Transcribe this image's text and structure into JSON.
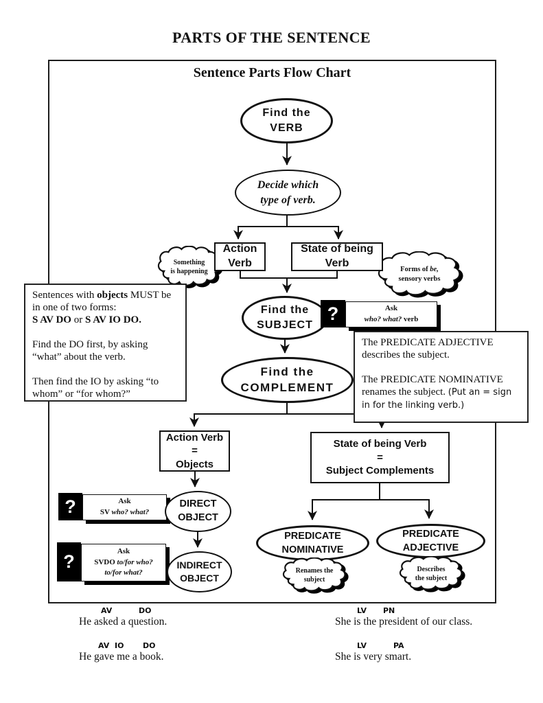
{
  "title": "PARTS OF THE SENTENCE",
  "chart": {
    "heading": "Sentence Parts Flow Chart",
    "find_verb": {
      "l1": "Find the",
      "l2": "VERB"
    },
    "decide": {
      "l1": "Decide which",
      "l2": "type of verb."
    },
    "action_verb": {
      "l1": "Action",
      "l2": "Verb"
    },
    "state_verb": {
      "l1": "State of being",
      "l2": "Verb"
    },
    "cloud_something": {
      "l1": "Something",
      "l2": "is happening"
    },
    "cloud_forms": {
      "l1a": "Forms of ",
      "l1b": "be,",
      "l2": "sensory verbs"
    },
    "find_subject": {
      "l1": "Find the",
      "l2": "SUBJECT"
    },
    "ask_subject": {
      "q": "?",
      "title": "Ask",
      "italic": "who? what?",
      "rest": "  verb"
    },
    "objects_note": {
      "p1a": "Sentences with ",
      "p1b": "objects",
      "p1c": " MUST be\nin one of two forms:\n",
      "p1d": "S AV DO",
      "p1e": "  or ",
      "p1f": "S AV IO DO.",
      "p2": "Find the DO first, by asking\n“what” about the verb.",
      "p3": "Then find the IO by asking “to\nwhom” or “for whom?”"
    },
    "find_complement": {
      "l1": "Find the",
      "l2": "COMPLEMENT"
    },
    "predicate_note": {
      "p1": "The PREDICATE ADJECTIVE\ndescribes the subject.",
      "p2a": "The PREDICATE NOMINATIVE\nrenames the subject. ",
      "p2b": "(Put an = sign in for the linking verb.)"
    },
    "action_objects": {
      "l1": "Action Verb",
      "l2": "=",
      "l3": "Objects"
    },
    "state_complements": {
      "l1": "State of being Verb",
      "l2": "=",
      "l3": "Subject Complements"
    },
    "ask_direct": {
      "q": "?",
      "title": "Ask",
      "prefix": "SV ",
      "italic": "who? what?"
    },
    "direct_object": {
      "l1": "DIRECT",
      "l2": "OBJECT"
    },
    "ask_indirect": {
      "q": "?",
      "title": "Ask",
      "prefix": "SVDO ",
      "italic1": "to/for who?",
      "italic2": "to/for what?"
    },
    "indirect_object": {
      "l1": "INDIRECT",
      "l2": "OBJECT"
    },
    "predicate_nominative": {
      "l1": "PREDICATE",
      "l2": "NOMINATIVE"
    },
    "predicate_adjective": {
      "l1": "PREDICATE",
      "l2": "ADJECTIVE"
    },
    "cloud_renames": {
      "l1": "Renames the",
      "l2": "subject"
    },
    "cloud_describes": {
      "l1": "Describes",
      "l2": "the subject"
    }
  },
  "examples": {
    "left": [
      {
        "label1": "AV",
        "label2": "DO",
        "label3": "",
        "sentence": "He asked a question."
      },
      {
        "label1": "AV",
        "label2": "IO",
        "label3": "DO",
        "sentence": "He gave me a book."
      }
    ],
    "right": [
      {
        "label1": "LV",
        "label2": "PN",
        "sentence": "She is the president of our class."
      },
      {
        "label1": "LV",
        "label2": "PA",
        "sentence": "She is very smart."
      }
    ]
  },
  "colors": {
    "ink": "#111111",
    "paper": "#ffffff"
  }
}
